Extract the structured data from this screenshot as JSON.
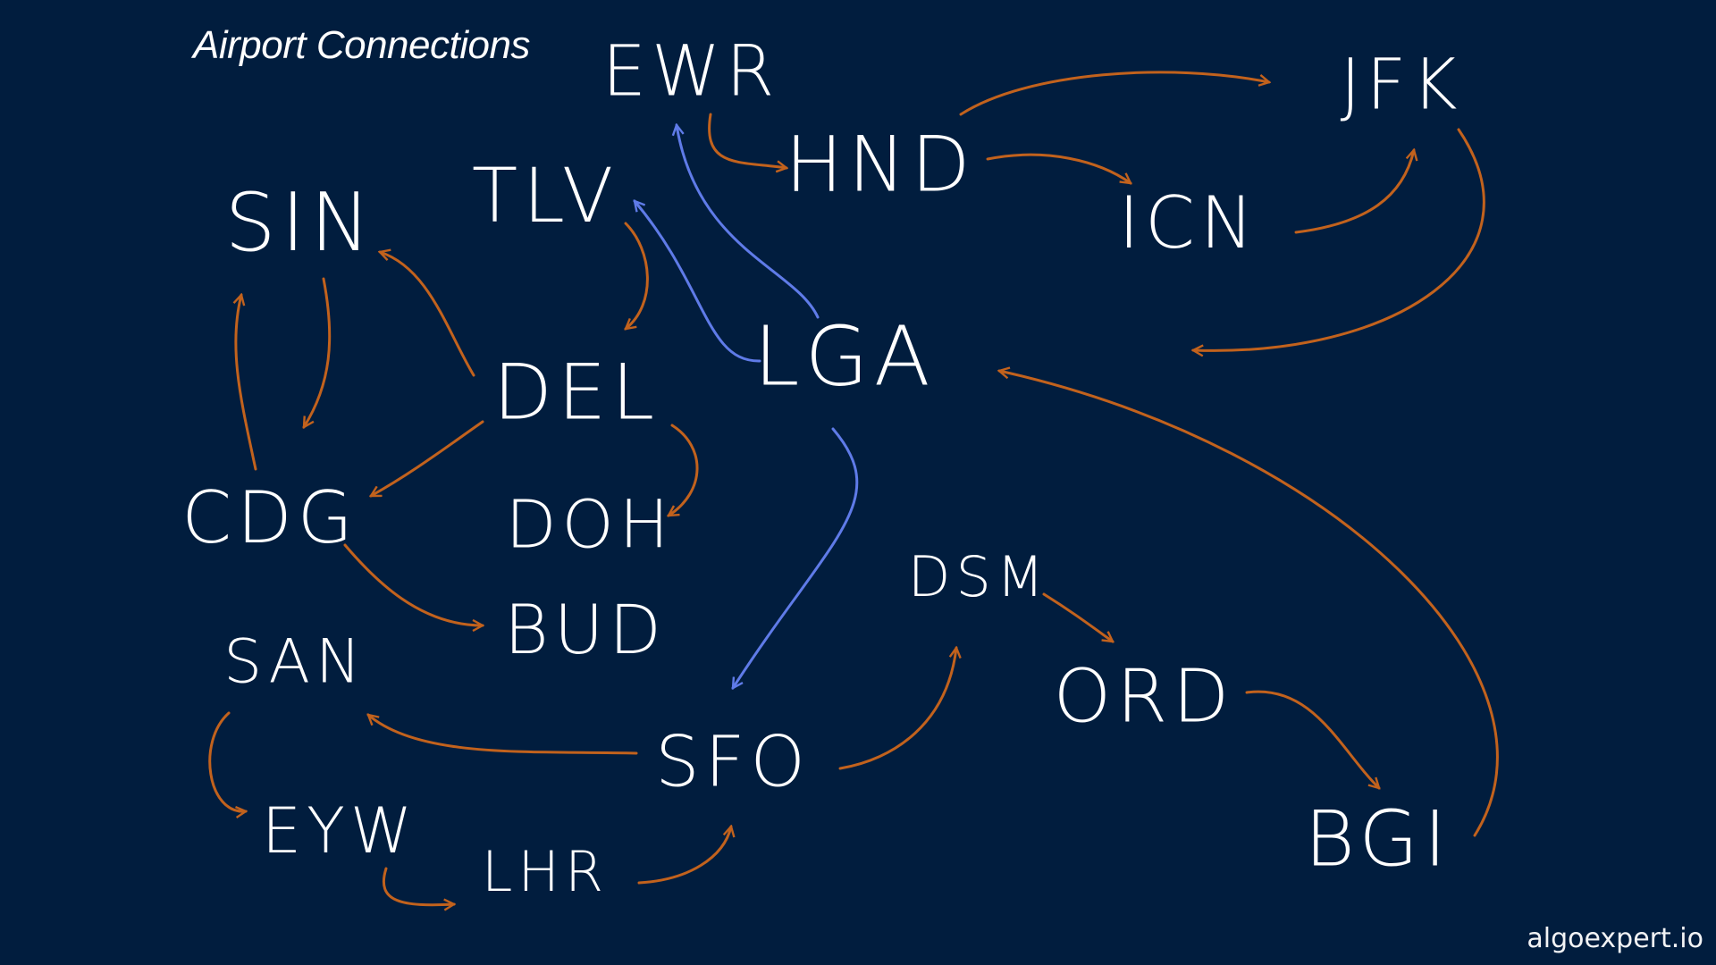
{
  "title": "Airport Connections",
  "watermark": "algoexpert.io",
  "colors": {
    "background": "#011d3e",
    "text": "#ffffff",
    "route": "#c2621d",
    "highlight_route": "#5f7be8"
  },
  "airports": [
    {
      "id": "EWR",
      "label": "EWR"
    },
    {
      "id": "HND",
      "label": "HND"
    },
    {
      "id": "JFK",
      "label": "JFK"
    },
    {
      "id": "ICN",
      "label": "ICN"
    },
    {
      "id": "SIN",
      "label": "SIN"
    },
    {
      "id": "TLV",
      "label": "TLV"
    },
    {
      "id": "LGA",
      "label": "LGA"
    },
    {
      "id": "DEL",
      "label": "DEL"
    },
    {
      "id": "CDG",
      "label": "CDG"
    },
    {
      "id": "DOH",
      "label": "DOH"
    },
    {
      "id": "BUD",
      "label": "BUD"
    },
    {
      "id": "DSM",
      "label": "DSM"
    },
    {
      "id": "SAN",
      "label": "SAN"
    },
    {
      "id": "ORD",
      "label": "ORD"
    },
    {
      "id": "SFO",
      "label": "SFO"
    },
    {
      "id": "EYW",
      "label": "EYW"
    },
    {
      "id": "LHR",
      "label": "LHR"
    },
    {
      "id": "BGI",
      "label": "BGI"
    }
  ],
  "connections": [
    {
      "from": "EWR",
      "to": "HND",
      "style": "route"
    },
    {
      "from": "HND",
      "to": "JFK",
      "style": "route"
    },
    {
      "from": "HND",
      "to": "ICN",
      "style": "route"
    },
    {
      "from": "ICN",
      "to": "JFK",
      "style": "route"
    },
    {
      "from": "JFK",
      "to": "LGA",
      "style": "route"
    },
    {
      "from": "BGI",
      "to": "LGA",
      "style": "route"
    },
    {
      "from": "ORD",
      "to": "BGI",
      "style": "route"
    },
    {
      "from": "DSM",
      "to": "ORD",
      "style": "route"
    },
    {
      "from": "SFO",
      "to": "DSM",
      "style": "route"
    },
    {
      "from": "SFO",
      "to": "SAN",
      "style": "route"
    },
    {
      "from": "SAN",
      "to": "EYW",
      "style": "route"
    },
    {
      "from": "EYW",
      "to": "LHR",
      "style": "route"
    },
    {
      "from": "LHR",
      "to": "SFO",
      "style": "route"
    },
    {
      "from": "TLV",
      "to": "DEL",
      "style": "route"
    },
    {
      "from": "DEL",
      "to": "SIN",
      "style": "route"
    },
    {
      "from": "DEL",
      "to": "CDG",
      "style": "route"
    },
    {
      "from": "DEL",
      "to": "DOH",
      "style": "route"
    },
    {
      "from": "SIN",
      "to": "CDG",
      "style": "route"
    },
    {
      "from": "CDG",
      "to": "SIN",
      "style": "route"
    },
    {
      "from": "CDG",
      "to": "BUD",
      "style": "route"
    },
    {
      "from": "LGA",
      "to": "EWR",
      "style": "highlight_route"
    },
    {
      "from": "LGA",
      "to": "TLV",
      "style": "highlight_route"
    },
    {
      "from": "LGA",
      "to": "SFO",
      "style": "highlight_route"
    }
  ]
}
